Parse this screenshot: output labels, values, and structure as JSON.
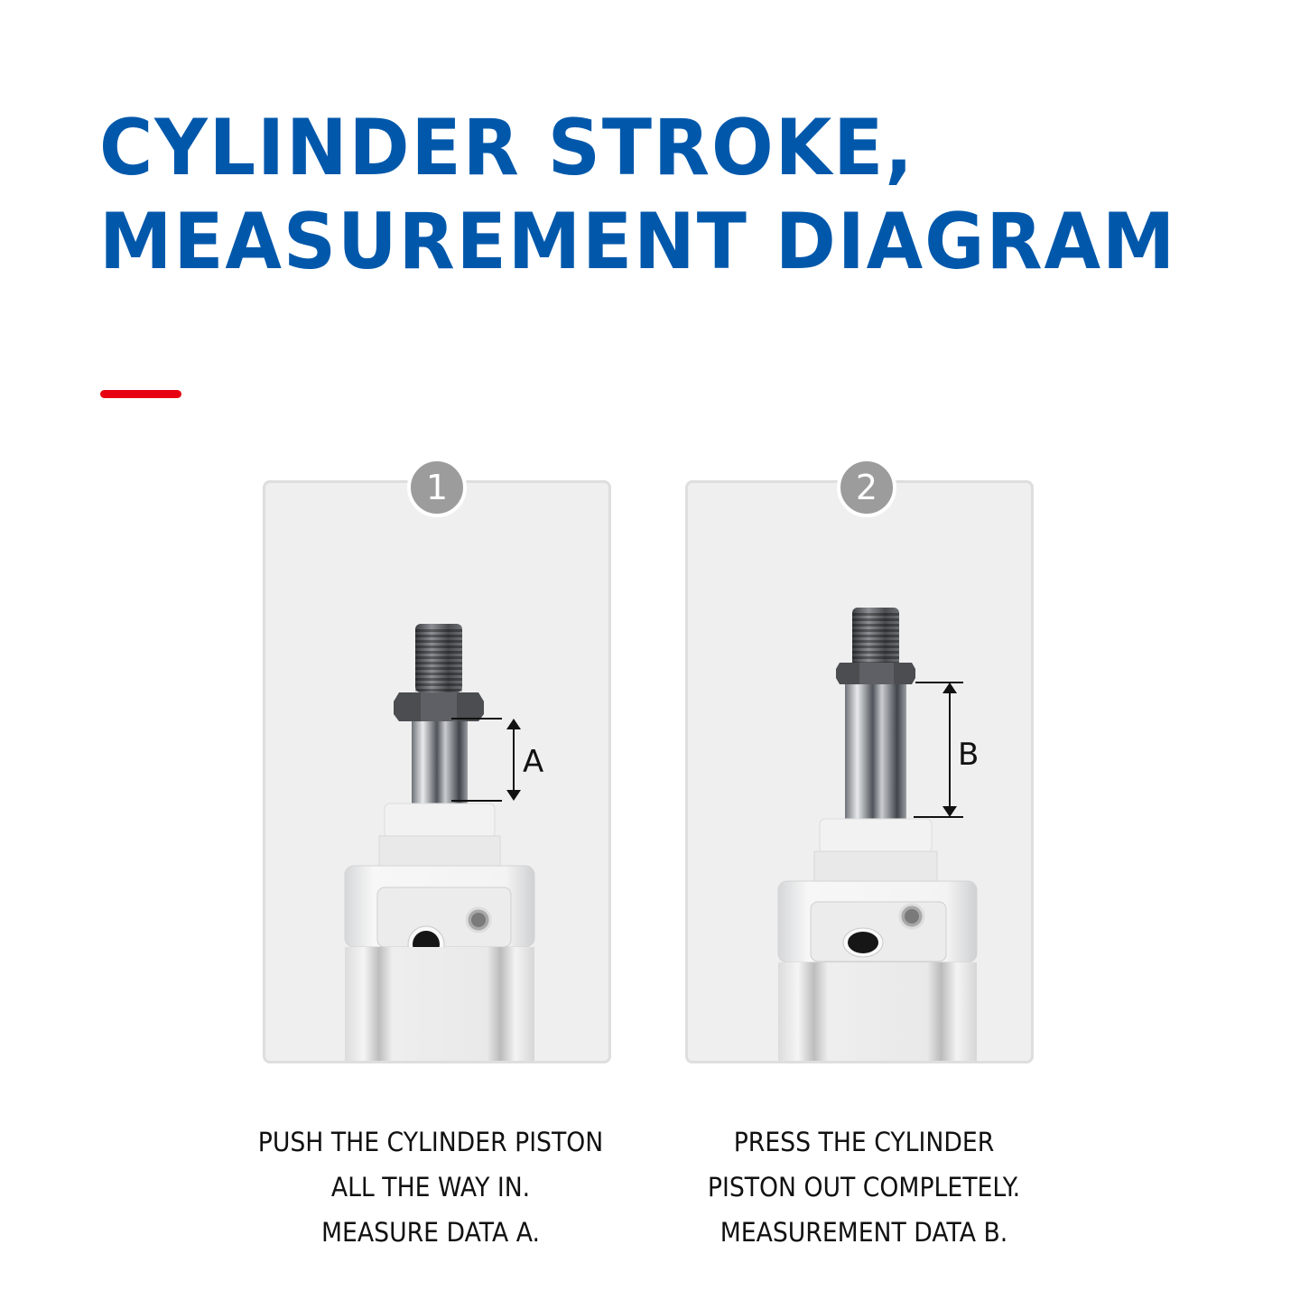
{
  "header": {
    "title_line1": "CYLINDER STROKE,",
    "title_line2": "MEASUREMENT DIAGRAM",
    "title_color": "#0158ab",
    "accent_color": "#e60012"
  },
  "steps": [
    {
      "number": "1",
      "dimension_label": "A",
      "caption_lines": [
        "PUSH THE CYLINDER PISTON",
        "ALL THE WAY IN.",
        "MEASURE DATA A."
      ],
      "image": "cylinder-piston-retracted"
    },
    {
      "number": "2",
      "dimension_label": "B",
      "caption_lines": [
        "PRESS THE CYLINDER",
        "PISTON OUT COMPLETELY.",
        "MEASUREMENT DATA B."
      ],
      "image": "cylinder-piston-extended"
    }
  ],
  "colors": {
    "panel_bg": "#efefef",
    "panel_border": "#dedede",
    "badge_bg": "#9c9c9c"
  }
}
